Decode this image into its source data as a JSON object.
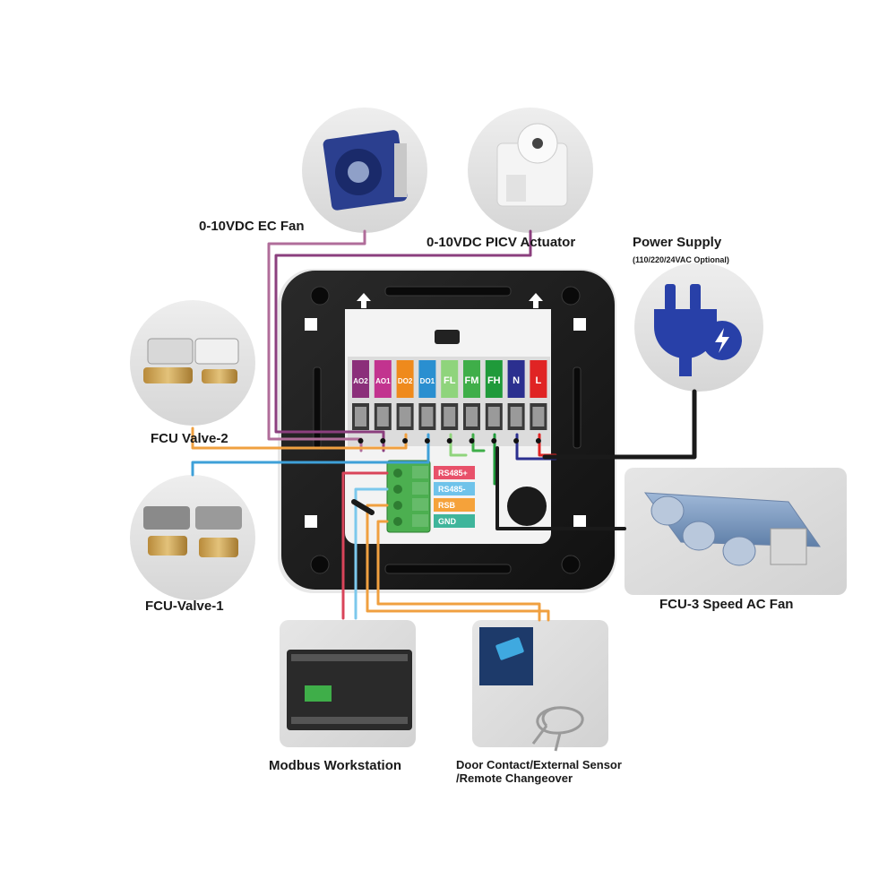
{
  "labels": {
    "ec_fan": "0-10VDC EC Fan",
    "picv_actuator": "0-10VDC PICV Actuator",
    "power_supply": "Power Supply",
    "power_supply_note": "110/220/24VAC Optional",
    "fcu_valve_2": "FCU Valve-2",
    "fcu_valve_1": "FCU-Valve-1",
    "fcu_fan": "FCU-3 Speed AC Fan",
    "modbus": "Modbus Workstation",
    "door_contact_line1": "Door Contact/External Sensor",
    "door_contact_line2": "/Remote Changeover"
  },
  "terminals": [
    {
      "label": "AO2",
      "color": "#8b2f7a"
    },
    {
      "label": "AO1",
      "color": "#c2338f"
    },
    {
      "label": "DO2",
      "color": "#ef8a1c"
    },
    {
      "label": "DO1",
      "color": "#2a8fd0"
    },
    {
      "label": "FL",
      "color": "#8fd47c"
    },
    {
      "label": "FM",
      "color": "#3fae49"
    },
    {
      "label": "FH",
      "color": "#1f9a3a"
    },
    {
      "label": "N",
      "color": "#2b2f8f"
    },
    {
      "label": "L",
      "color": "#e02424"
    }
  ],
  "rs485_terminals": [
    {
      "label": "RS485+",
      "color": "#e8516a"
    },
    {
      "label": "RS485-",
      "color": "#6fc3ea"
    },
    {
      "label": "RSB",
      "color": "#f5a23a"
    },
    {
      "label": "GND",
      "color": "#3fb59b"
    }
  ],
  "colors": {
    "wire_ec_fan": "#b06d9a",
    "wire_picv": "#8b3f7e",
    "wire_valve2": "#f0a040",
    "wire_valve1": "#3ea0d8",
    "wire_power": "#1a1a1a",
    "wire_rs485_plus": "#d9445a",
    "wire_rs485_minus": "#7cc8ec",
    "wire_rsb": "#f0a040"
  }
}
